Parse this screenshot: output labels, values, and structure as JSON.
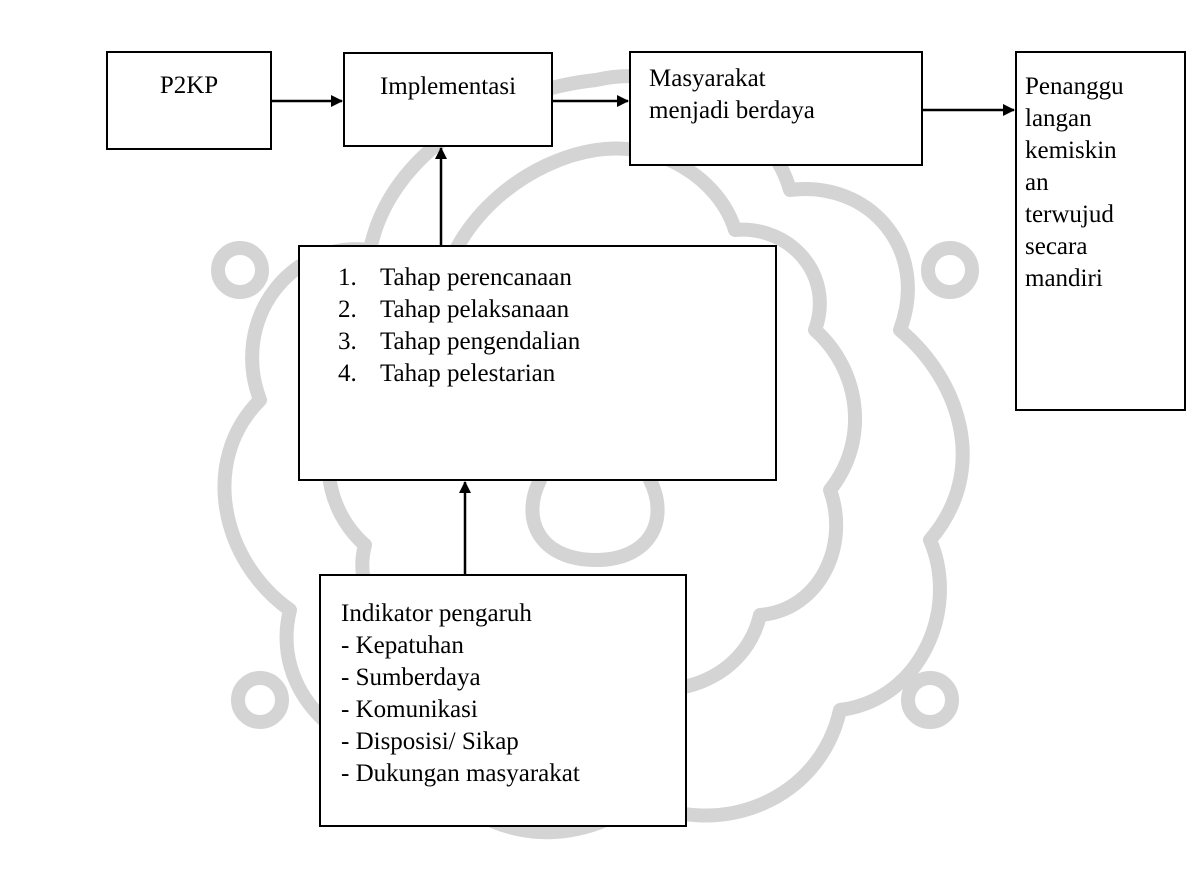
{
  "nodes": {
    "p2kp": "P2KP",
    "implementasi": "Implementasi",
    "masyarakat": [
      "Masyarakat",
      "menjadi berdaya"
    ],
    "penanggulangan": [
      "Penanggu",
      "langan",
      "kemiskin",
      "an",
      "terwujud",
      "secara",
      "mandiri"
    ]
  },
  "tahap": [
    {
      "num": "1.",
      "text": "Tahap  perencanaan"
    },
    {
      "num": "2.",
      "text": "Tahap pelaksanaan"
    },
    {
      "num": "3.",
      "text": "Tahap pengendalian"
    },
    {
      "num": "4.",
      "text": "Tahap pelestarian"
    }
  ],
  "indikator": {
    "heading": "Indikator pengaruh",
    "items": [
      "- Kepatuhan",
      "- Sumberdaya",
      "- Komunikasi",
      "- Disposisi/ Sikap",
      "- Dukungan masyarakat"
    ]
  },
  "colors": {
    "box_border": "#000000",
    "arrow": "#000000",
    "watermark": "#d4d4d4"
  }
}
